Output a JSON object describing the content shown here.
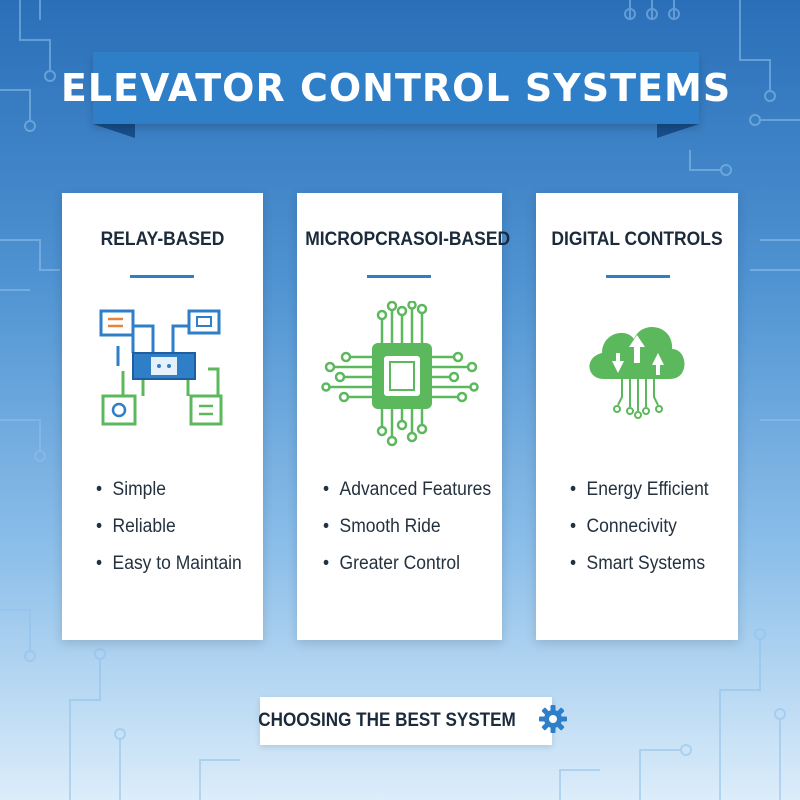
{
  "header": {
    "title": "ELEVATOR CONTROL SYSTEMS"
  },
  "cards": [
    {
      "title": "RELAY-BASED",
      "icon": "relay-circuit-icon",
      "features": [
        "Simple",
        "Reliable",
        "Easy to Maintain"
      ]
    },
    {
      "title": "MICROPCRASOI-BASED",
      "icon": "microprocessor-chip-icon",
      "features": [
        "Advanced Features",
        "Smooth Ride",
        "Greater Control"
      ]
    },
    {
      "title": "DIGITAL CONTROLS",
      "icon": "cloud-sync-icon",
      "features": [
        "Energy Efficient",
        "Connecivity",
        "Smart Systems"
      ]
    }
  ],
  "footer": {
    "label": "CHOOSING THE BEST SYSTEM",
    "icon": "gear-icon"
  },
  "colors": {
    "banner": "#2f7fc8",
    "accent_green": "#5cb85c",
    "accent_blue": "#2f7fc8",
    "text_dark": "#1c2b3c"
  }
}
